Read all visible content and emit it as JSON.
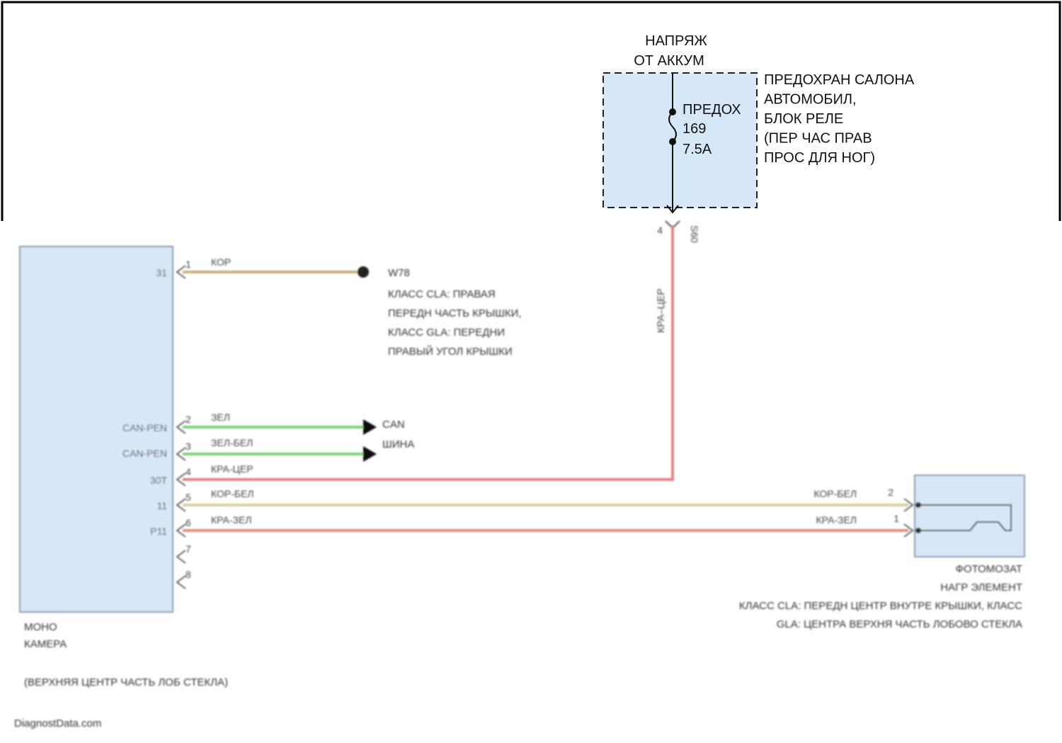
{
  "top_block": {
    "supply_line1": "НАПРЯЖ",
    "supply_line2": "ОТ АККУМ",
    "fuse_name": "ПРЕДОХ",
    "fuse_number": "169",
    "fuse_rating": "7.5A",
    "fuse_box_lines": [
      "ПРЕДОХРАН САЛОНА",
      "АВТОМОБИЛ,",
      "БЛОК РЕЛЕ",
      "(ПЕР ЧАС ПРАВ",
      "ПРОС ДЛЯ НОГ)"
    ],
    "connector_pin": "4",
    "connector_id": "S60",
    "vertical_wire_color": "КРА–ЦЕР"
  },
  "camera": {
    "label_line1": "МОНО",
    "label_line2": "КАМЕРА",
    "location": "(ВЕРХНЯЯ ЦЕНТР ЧАСТЬ ЛОБ СТЕКЛА)",
    "pins": [
      {
        "num": "1",
        "name": "31",
        "wire": "КОР"
      },
      {
        "num": "2",
        "name": "CAN-PEN",
        "wire": "ЗЕЛ"
      },
      {
        "num": "3",
        "name": "CAN-PEN",
        "wire": "ЗЕЛ-БЕЛ"
      },
      {
        "num": "4",
        "name": "30T",
        "wire": "КРА-ЦЕР"
      },
      {
        "num": "5",
        "name": "11",
        "wire": "КОР-БЕЛ"
      },
      {
        "num": "6",
        "name": "P11",
        "wire": "КРА-ЗЕЛ"
      },
      {
        "num": "7",
        "name": "",
        "wire": ""
      },
      {
        "num": "8",
        "name": "",
        "wire": ""
      }
    ]
  },
  "ground": {
    "id": "W78",
    "lines": [
      "КЛАСС CLA: ПРАВАЯ",
      "ПЕРЕДН ЧАСТЬ КРЫШКИ,",
      "КЛАСС GLA: ПЕРЕДНИ",
      "ПРАВЫЙ УГОЛ КРЫШКИ"
    ]
  },
  "can_bus": {
    "line1": "CAN",
    "line2": "ШИНА"
  },
  "heater": {
    "pin_top": "2",
    "pin_bottom": "1",
    "wire_top": "КОР-БЕЛ",
    "wire_bottom": "КРА-ЗЕЛ",
    "lines": [
      "ФОТОМОЗАТ",
      "НАГР ЭЛЕМЕНТ",
      "КЛАСС CLA: ПЕРЕДН ЦЕНТР ВНУТРЕ КРЫШКИ, КЛАСС",
      "GLA: ЦЕНТРА ВЕРХНЯ ЧАСТЬ ЛОБОВО СТЕКЛА"
    ]
  },
  "watermark": "DiagnostData.com",
  "colors": {
    "module_fill": "#d6e8f8",
    "wire_brown": "#c9b27a",
    "wire_green": "#7fd07a",
    "wire_red": "#e48080",
    "wire_brown_white": "#d8cfa3",
    "wire_red_green": "#e58c7c"
  }
}
